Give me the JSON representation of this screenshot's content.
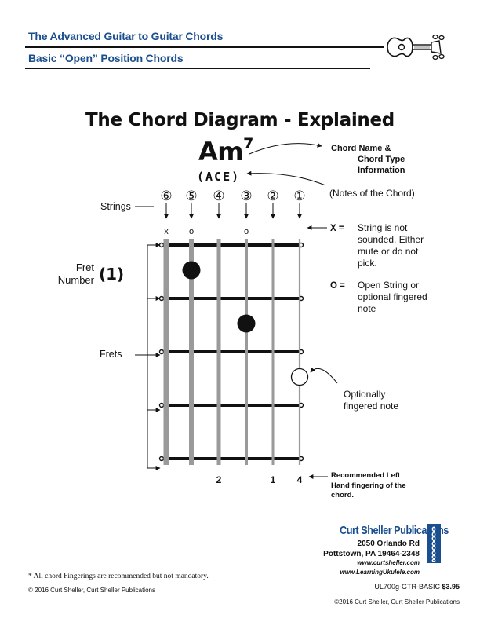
{
  "header": {
    "title": "The Advanced Guitar to Guitar Chords",
    "subtitle": "Basic “Open” Position Chords",
    "logo_icon": "guitar-icon"
  },
  "page_title": "The Chord Diagram - Explained",
  "chord": {
    "name": "Am",
    "superscript": "7",
    "notes": "(ACE)"
  },
  "labels": {
    "chord_name_info": [
      "Chord Name &",
      "Chord Type",
      "Information"
    ],
    "notes_of_chord": "(Notes of the Chord)",
    "strings": "Strings",
    "fret_number_lines": [
      "Fret",
      "Number"
    ],
    "fret_number_value": "(1)",
    "frets": "Frets",
    "x_key": "X =",
    "x_desc": [
      "String is not",
      "sounded. Either",
      "mute or do not",
      "pick."
    ],
    "o_key": "O =",
    "o_desc": [
      "Open String or",
      "optional fingered",
      "note"
    ],
    "optional_note": [
      "Optionally",
      "fingered note"
    ],
    "recommended": [
      "Recommended Left",
      "Hand fingering of the",
      "chord."
    ]
  },
  "string_numbers": [
    "⑥",
    "⑤",
    "④",
    "③",
    "②",
    "①"
  ],
  "string_markers": [
    "x",
    "o",
    "",
    "o",
    "",
    ""
  ],
  "fingering": [
    "",
    "",
    "2",
    "",
    "1",
    "4"
  ],
  "dots": [
    {
      "string": 5,
      "fret": 1,
      "filled": true
    },
    {
      "string": 3,
      "fret": 2,
      "filled": true
    },
    {
      "string": 1,
      "fret": 3,
      "filled": false
    }
  ],
  "footer": {
    "footnote": "* All chord Fingerings are recommended but not mandatory.",
    "copyright_left": "© 2016 Curt Sheller, Curt Sheller Publications",
    "publisher": "Curt Sheller Publications",
    "address_lines": [
      "2050 Orlando Rd",
      "Pottstown, PA 19464-2348"
    ],
    "web_lines": [
      "www.curtsheller.com",
      "www.LearningUkulele.com"
    ],
    "code": "UL700g-GTR-BASIC",
    "price": "$3.95",
    "copyright_right": "©2016 Curt Sheller, Curt Sheller Publications"
  }
}
